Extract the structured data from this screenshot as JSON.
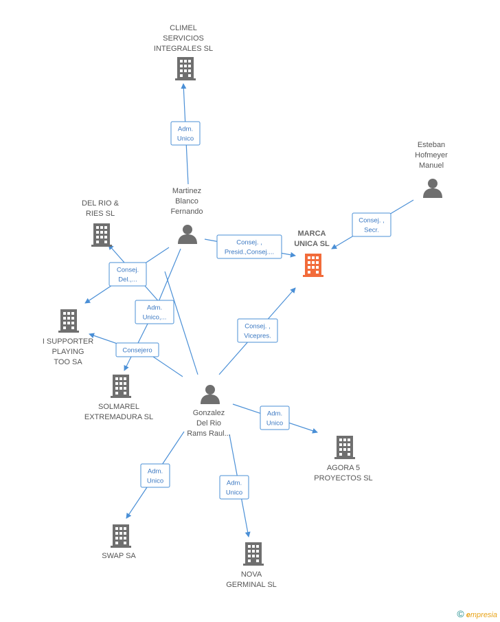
{
  "colors": {
    "edge": "#4a8fd6",
    "node_gray": "#6f6f6f",
    "node_main": "#f26b3a"
  },
  "nodes": [
    {
      "id": "climel",
      "type": "company",
      "lines": [
        "CLIMEL",
        "SERVICIOS",
        "INTEGRALES  SL"
      ],
      "icon": "building-icon"
    },
    {
      "id": "martinez",
      "type": "person",
      "lines": [
        "Martinez",
        "Blanco",
        "Fernando"
      ],
      "icon": "person-icon"
    },
    {
      "id": "esteban",
      "type": "person",
      "lines": [
        "Esteban",
        "Hofmeyer",
        "Manuel"
      ],
      "icon": "person-icon"
    },
    {
      "id": "delrio",
      "type": "company",
      "lines": [
        "DEL RIO &",
        "RIES SL"
      ],
      "icon": "building-icon"
    },
    {
      "id": "marca",
      "type": "company-main",
      "lines": [
        "MARCA",
        "UNICA SL"
      ],
      "icon": "building-icon"
    },
    {
      "id": "isupporter",
      "type": "company",
      "lines": [
        "I SUPPORTER",
        "PLAYING",
        "TOO SA"
      ],
      "icon": "building-icon"
    },
    {
      "id": "solmarel",
      "type": "company",
      "lines": [
        "SOLMAREL",
        "EXTREMADURA SL"
      ],
      "icon": "building-icon"
    },
    {
      "id": "gonzalez",
      "type": "person",
      "lines": [
        "Gonzalez",
        "Del Rio",
        "Rams Raul..."
      ],
      "icon": "person-icon"
    },
    {
      "id": "agora",
      "type": "company",
      "lines": [
        "AGORA 5",
        "PROYECTOS SL"
      ],
      "icon": "building-icon"
    },
    {
      "id": "swap",
      "type": "company",
      "lines": [
        "SWAP SA"
      ],
      "icon": "building-icon"
    },
    {
      "id": "nova",
      "type": "company",
      "lines": [
        "NOVA",
        "GERMINAL SL"
      ],
      "icon": "building-icon"
    }
  ],
  "edges": [
    {
      "from": "martinez",
      "to": "climel",
      "label": [
        "Adm.",
        "Unico"
      ]
    },
    {
      "from": "martinez",
      "to": "marca",
      "label": [
        "Consej. ,",
        "Presid.,Consej...."
      ]
    },
    {
      "from": "esteban",
      "to": "marca",
      "label": [
        "Consej. ,",
        "Secr."
      ]
    },
    {
      "from": "martinez",
      "to": "isupporter",
      "label": [
        "Consej.",
        "Del.,..."
      ]
    },
    {
      "from": "gonzalez",
      "to": "delrio",
      "label": [
        "Adm.",
        "Unico,..."
      ]
    },
    {
      "from": "martinez",
      "to": "solmarel",
      "label": []
    },
    {
      "from": "gonzalez",
      "to": "isupporter",
      "label": [
        "Consejero"
      ]
    },
    {
      "from": "gonzalez",
      "to": "marca",
      "label": [
        "Consej. ,",
        "Vicepres."
      ]
    },
    {
      "from": "gonzalez",
      "to": "agora",
      "label": [
        "Adm.",
        "Unico"
      ]
    },
    {
      "from": "gonzalez",
      "to": "swap",
      "label": [
        "Adm.",
        "Unico"
      ]
    },
    {
      "from": "gonzalez",
      "to": "nova",
      "label": [
        "Adm.",
        "Unico"
      ]
    }
  ],
  "brand": {
    "copyright": "©",
    "initial": "e",
    "rest": "mpresia"
  }
}
